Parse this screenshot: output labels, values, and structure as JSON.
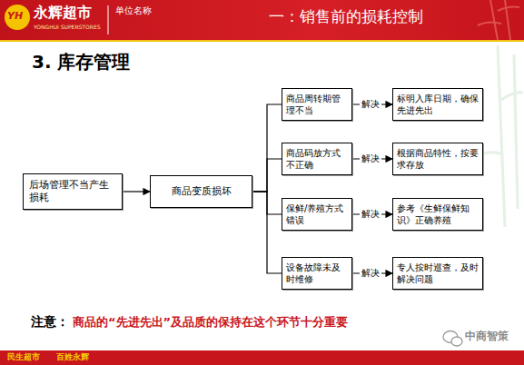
{
  "diagram": {
    "title": "3. 库存管理",
    "nodes": [
      {
        "text": [
          "后场管理不当产生损耗"
        ]
      },
      {
        "text": [
          "商品变质损坏"
        ]
      },
      {
        "text": [
          "商品周转期管理不当"
        ]
      },
      {
        "text": [
          "标明入库日期，确保先进先出"
        ]
      },
      {
        "text": [
          "商品码放方式不正确"
        ]
      },
      {
        "text": [
          "根据商品特性，按要求存放"
        ]
      },
      {
        "text": [
          "保鲜/养殖方式错误"
        ]
      },
      {
        "text": [
          "参考《生鲜保鲜知识》正确养殖"
        ]
      },
      {
        "text": [
          "设备故障未及时维修"
        ]
      },
      {
        "text": [
          "专人按时巡查，及时解决问题"
        ]
      }
    ],
    "edges": [
      {
        "from": 0,
        "to": 1,
        "arrow": "to"
      },
      {
        "from": 1,
        "to": 2,
        "arrow": "none"
      },
      {
        "from": 1,
        "to": 4,
        "arrow": "none"
      },
      {
        "from": 1,
        "to": 6,
        "arrow": "none"
      },
      {
        "from": 1,
        "to": 8,
        "arrow": "none"
      },
      {
        "from": 2,
        "to": 3,
        "label": "解决",
        "arrow": "to"
      },
      {
        "from": 4,
        "to": 5,
        "label": "解决",
        "arrow": "to"
      },
      {
        "from": 6,
        "to": 7,
        "label": "解决",
        "arrow": "to"
      },
      {
        "from": 8,
        "to": 9,
        "label": "解决",
        "arrow": "to"
      }
    ],
    "labels": [
      "YH",
      "永辉超市",
      "YONGHUI SUPERSTORES",
      "单位名称",
      "一：销售前的损耗控制",
      "注意：",
      "商品的“先进先出”及品质的保持在这个环节十分重要",
      "民生超市",
      "百姓永辉",
      "中商智策"
    ]
  }
}
